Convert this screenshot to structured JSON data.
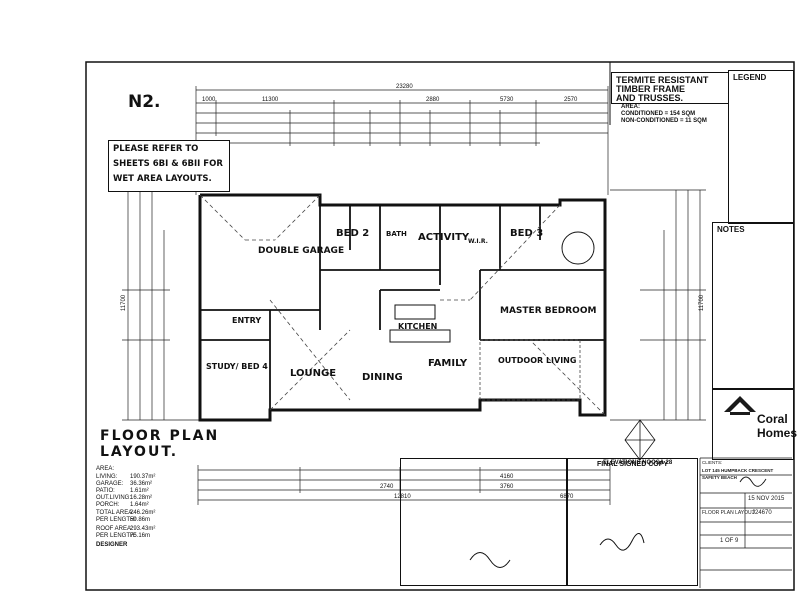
{
  "sheet_id": "N2.",
  "note_lines": [
    "PLEASE REFER TO",
    "SHEETS 6BI & 6BII FOR",
    "WET AREA LAYOUTS."
  ],
  "termite_lines": [
    "TERMITE RESISTANT",
    "TIMBER FRAME",
    "AND TRUSSES."
  ],
  "area_lines": [
    "AREA:",
    "CONDITIONED = 154 SQM",
    "NON-CONDITIONED = 11 SQM"
  ],
  "legend_title": "LEGEND",
  "notes_title": "NOTES",
  "brand": {
    "name_1": "Coral",
    "name_2": "Homes",
    "color": "#1a1a1a"
  },
  "rooms": {
    "double_garage": "DOUBLE GARAGE",
    "bed2": "BED 2",
    "bath": "BATH",
    "activity": "ACTIVITY",
    "bed3": "BED 3",
    "master": "MASTER BEDROOM",
    "entry": "ENTRY",
    "study": "STUDY/ BED 4",
    "lounge": "LOUNGE",
    "dining": "DINING",
    "family": "FAMILY",
    "kitchen": "KITCHEN",
    "outdoor": "OUTDOOR LIVING",
    "wir": "W.I.R."
  },
  "dimensions": {
    "top_total": "23280",
    "top_1": "11300",
    "top_2": "2880",
    "top_3": "5730",
    "top_4": "2570",
    "top_5": "1000",
    "bottom_total": "12810",
    "bottom_1": "4160",
    "bottom_2": "3760",
    "bottom_3": "2740",
    "bottom_4": "6870",
    "left_total": "11700",
    "right_total": "11700"
  },
  "plan_title_1": "FLOOR PLAN",
  "plan_title_2": "LAYOUT.",
  "area_summary": [
    {
      "k": "AREA:",
      "v": ""
    },
    {
      "k": "LIVING:",
      "v": "190.37m²"
    },
    {
      "k": "GARAGE:",
      "v": "36.36m²"
    },
    {
      "k": "PATIO:",
      "v": "1.61m²"
    },
    {
      "k": "OUT.LIVING:",
      "v": "16.28m²"
    },
    {
      "k": "PORCH:",
      "v": "1.64m²"
    },
    {
      "k": "TOTAL AREA:",
      "v": "246.26m²"
    },
    {
      "k": "PER LENGTH:",
      "v": "59.86m"
    },
    {
      "k": "ROOF AREA:",
      "v": "293.43m²"
    },
    {
      "k": "PER LENGTH:",
      "v": "75.16m"
    },
    {
      "k": "DESIGNER",
      "v": ""
    }
  ],
  "final_signed": "FINAL SIGNED COPY",
  "elevation": "ELEVATIONS NOOSA 28",
  "title_block": [
    "CLIENTS:",
    "LOT 145 HUMPBACK CRESCENT",
    "SAFETY BEACH",
    "15 NOV 2015",
    "FLOOR PLAN LAYOUT",
    "J24670",
    "1 OF 9"
  ]
}
